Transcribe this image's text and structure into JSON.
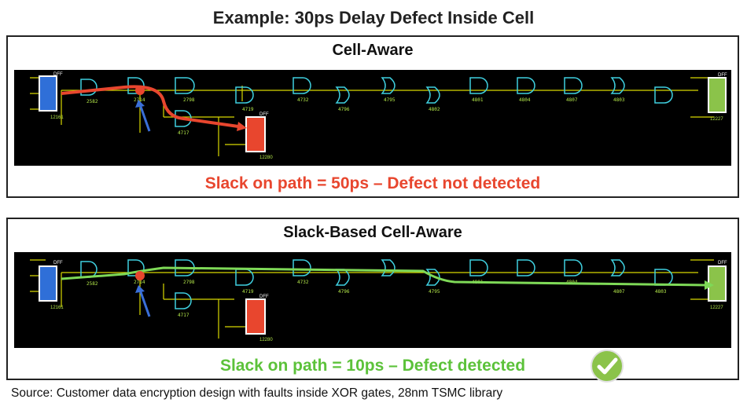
{
  "title": "Example: 30ps Delay Defect Inside Cell",
  "panels": [
    {
      "heading": "Cell-Aware",
      "result": "Slack on path = 50ps – Defect not detected",
      "result_color": "#e8462e",
      "ff_labels": [
        "DFF",
        "12161",
        "DFF",
        "12280",
        "DFF",
        "12227"
      ],
      "gate_labels": [
        "2582",
        "2714",
        "2798",
        "4719",
        "4717",
        "4732",
        "4796",
        "4795",
        "4802",
        "4801",
        "4804",
        "4807",
        "4803"
      ]
    },
    {
      "heading": "Slack-Based Cell-Aware",
      "result": "Slack on path = 10ps – Defect detected",
      "result_color": "#5cc23a",
      "ff_labels": [
        "DFF",
        "12161",
        "DFF",
        "12280",
        "DFF",
        "12227"
      ],
      "gate_labels": [
        "2582",
        "2714",
        "2798",
        "4719",
        "4717",
        "4732",
        "4796",
        "4795",
        "4801",
        "4804",
        "4807",
        "4803"
      ]
    }
  ],
  "source": "Source: Customer data encryption design with faults inside XOR gates, 28nm TSMC library",
  "colors": {
    "launch_ff": "#2f6fd8",
    "capture_ff_detected": "#8bc34a",
    "capture_ff_side": "#e8462e",
    "path_cell_aware": "#e8462e",
    "path_slack_based": "#7ed957",
    "wire": "#d8d800",
    "gate": "#3fd0e0",
    "arrow": "#3a6fd8"
  },
  "icons": [
    "checkmark-icon",
    "arrow-pointer-icon",
    "defect-dot-icon"
  ]
}
